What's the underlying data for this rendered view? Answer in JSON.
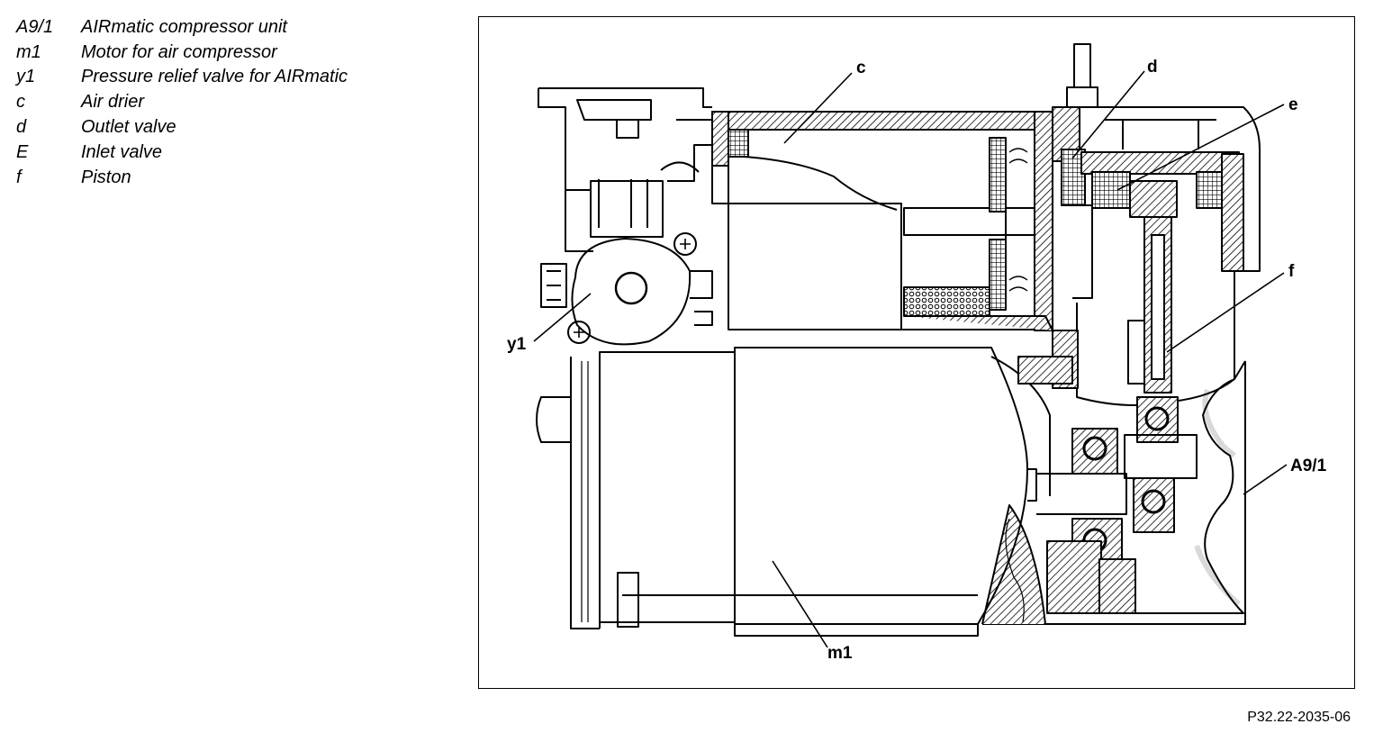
{
  "legend": [
    {
      "code": "A9/1",
      "description": "AIRmatic compressor unit"
    },
    {
      "code": "m1",
      "description": "Motor for air compressor"
    },
    {
      "code": "y1",
      "description": "Pressure relief valve for AIRmatic"
    },
    {
      "code": "c",
      "description": "Air drier"
    },
    {
      "code": "d",
      "description": "Outlet valve"
    },
    {
      "code": "E",
      "description": "Inlet valve"
    },
    {
      "code": "f",
      "description": "Piston"
    }
  ],
  "figure": {
    "callouts": {
      "c": "c",
      "d": "d",
      "e": "e",
      "f": "f",
      "y1": "y1",
      "a91": "A9/1",
      "m1": "m1"
    },
    "reference": "P32.22-2035-06"
  }
}
